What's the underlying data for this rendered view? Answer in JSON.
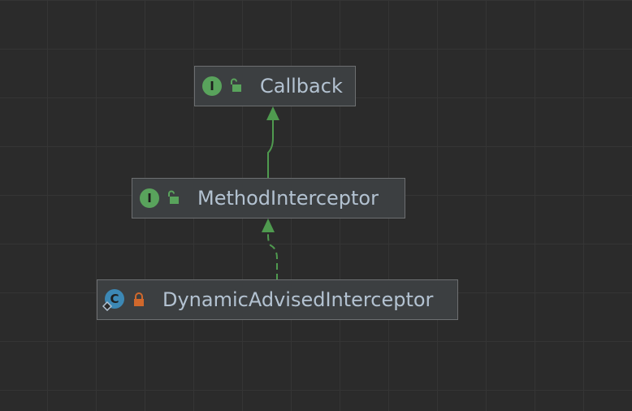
{
  "diagram": {
    "nodes": [
      {
        "id": "callback",
        "label": "Callback",
        "kind": "interface",
        "kind_letter": "I",
        "access": "public"
      },
      {
        "id": "method-interceptor",
        "label": "MethodInterceptor",
        "kind": "interface",
        "kind_letter": "I",
        "access": "public"
      },
      {
        "id": "dynamic-advised-interceptor",
        "label": "DynamicAdvisedInterceptor",
        "kind": "class",
        "kind_letter": "C",
        "access": "private"
      }
    ],
    "edges": [
      {
        "from": "method-interceptor",
        "to": "callback",
        "relation": "extends",
        "style": "solid"
      },
      {
        "from": "dynamic-advised-interceptor",
        "to": "method-interceptor",
        "relation": "implements",
        "style": "dashed"
      }
    ],
    "colors": {
      "background": "#2b2b2b",
      "node_fill": "#3c3f41",
      "node_border": "#6d6f71",
      "label_text": "#b3c2d1",
      "edge": "#4f9a4f",
      "interface_badge": "#59a35c",
      "class_badge": "#3c88b5",
      "open_lock": "#59a35c",
      "closed_lock": "#d0682c"
    }
  }
}
